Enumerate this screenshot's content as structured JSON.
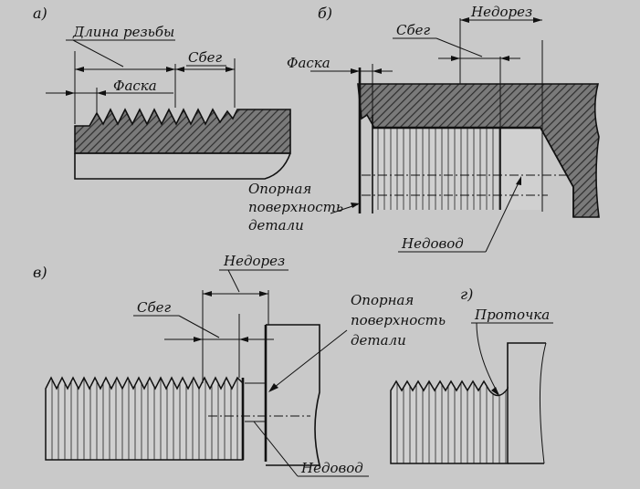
{
  "panels": {
    "a": {
      "letter": "а)",
      "labels": {
        "thread_length": "Длина резьбы",
        "runout": "Сбег",
        "chamfer": "Фаска"
      }
    },
    "b": {
      "letter": "б)",
      "labels": {
        "undercut": "Недорез",
        "runout": "Сбег",
        "chamfer": "Фаска",
        "support_1": "Опорная",
        "support_2": "поверхность",
        "support_3": "детали",
        "underrun": "Недовод"
      }
    },
    "v": {
      "letter": "в)",
      "labels": {
        "undercut": "Недорез",
        "runout": "Сбег",
        "support_1": "Опорная",
        "support_2": "поверхность",
        "support_3": "детали",
        "underrun": "Недовод"
      }
    },
    "g": {
      "letter": "г)",
      "labels": {
        "groove": "Проточка"
      }
    }
  },
  "colors": {
    "background": "#c9c9c9",
    "ink": "#111111",
    "hatch": "#3a3a3a",
    "fill_dark": "#5c5c5c"
  }
}
